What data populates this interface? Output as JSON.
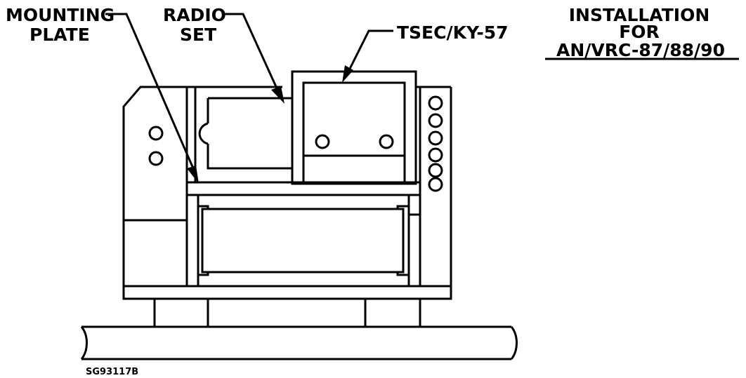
{
  "labels": {
    "mounting_plate_line1": "MOUNTING",
    "mounting_plate_line2": "PLATE",
    "radio_set_line1": "RADIO",
    "radio_set_line2": "SET",
    "tsec": "TSEC/KY-57"
  },
  "title": {
    "line1": "INSTALLATION",
    "line2": "FOR",
    "line3": "AN/VRC-87/88/90"
  },
  "figure_id": "SG93117B",
  "colors": {
    "line": "#000000",
    "background": "#ffffff"
  }
}
